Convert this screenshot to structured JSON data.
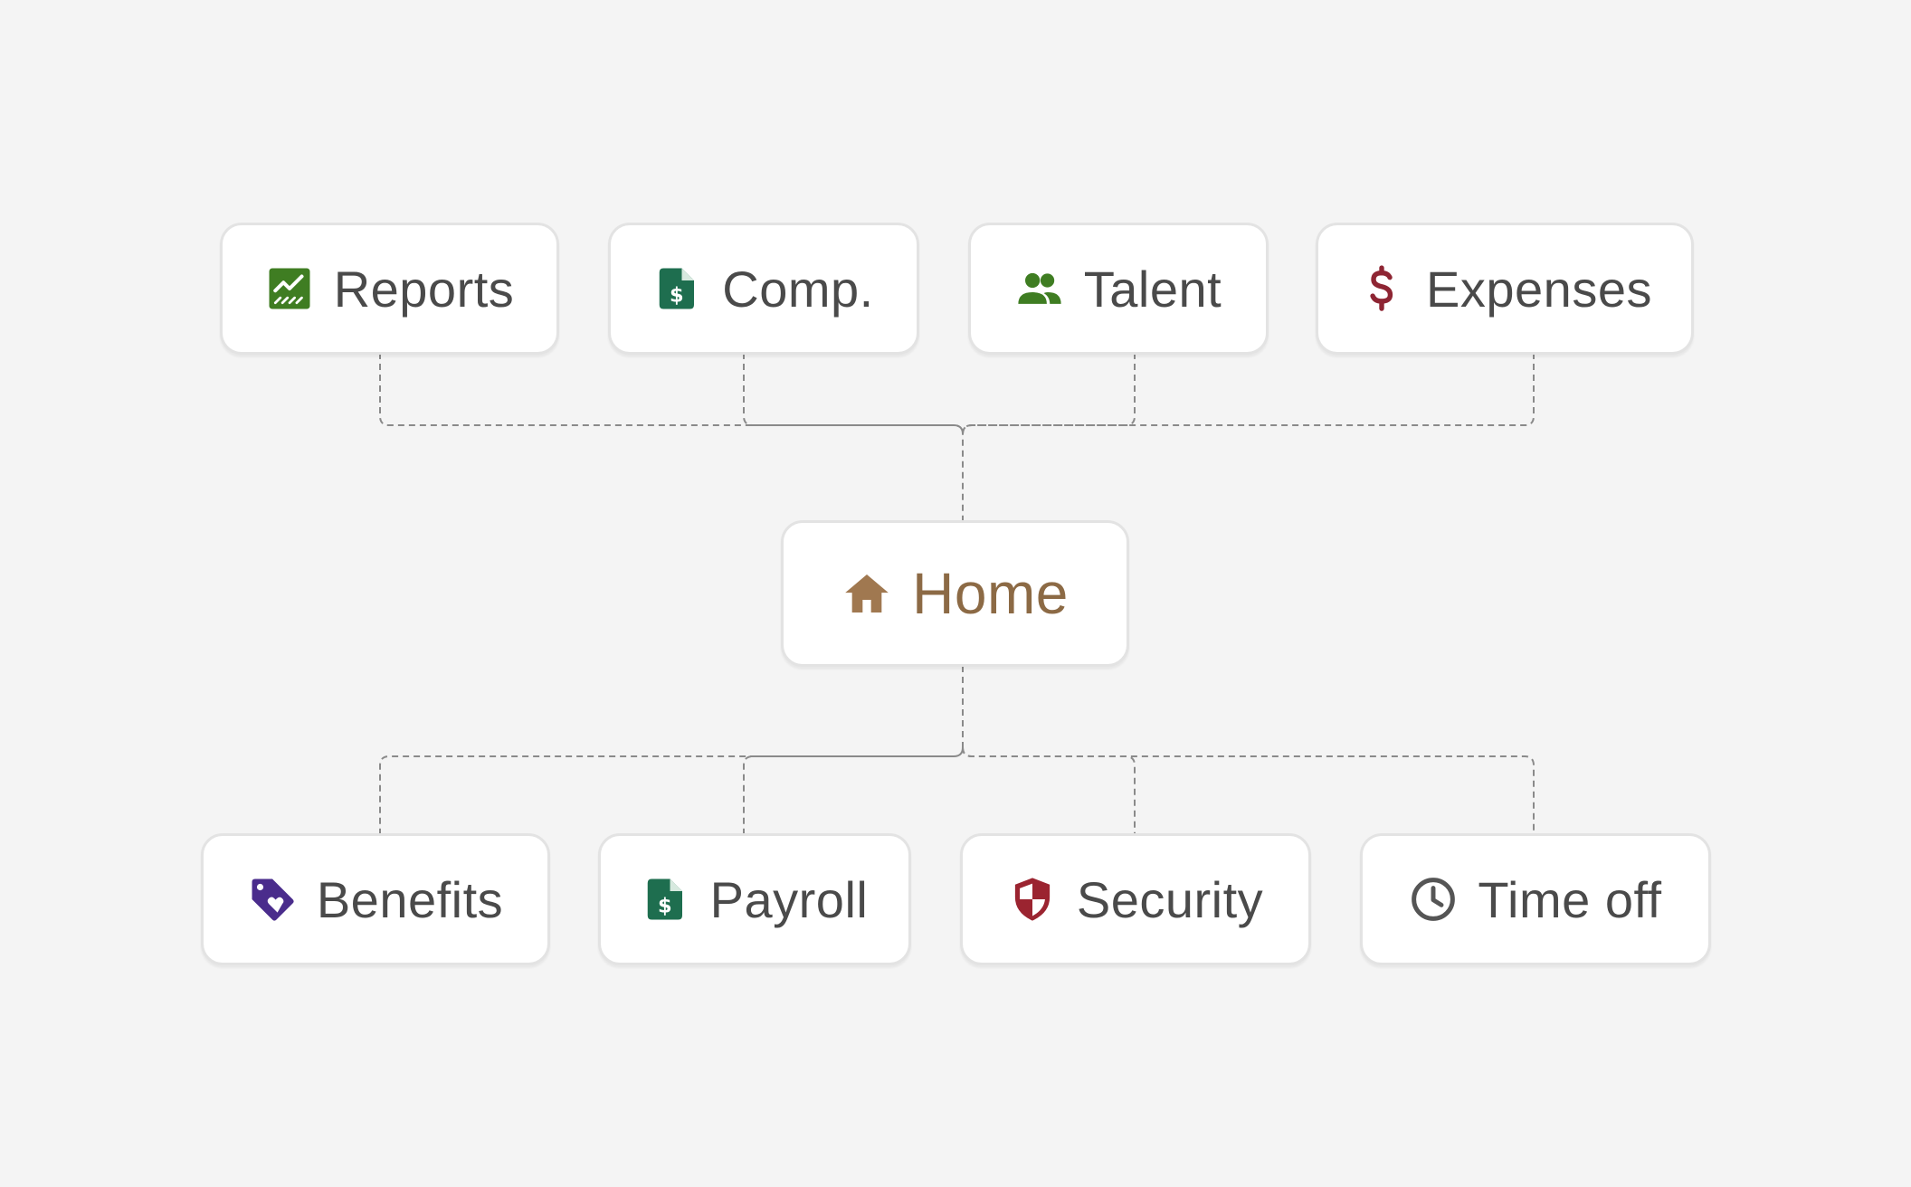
{
  "hub": {
    "label": "Home",
    "icon": "home-icon",
    "color": "#a07850"
  },
  "top_nodes": [
    {
      "id": "reports",
      "label": "Reports",
      "icon": "trending-chart-icon",
      "color": "#3f7d22"
    },
    {
      "id": "comp",
      "label": "Comp.",
      "icon": "dollar-document-icon",
      "color": "#1e6e4f"
    },
    {
      "id": "talent",
      "label": "Talent",
      "icon": "people-icon",
      "color": "#3f7d22"
    },
    {
      "id": "expenses",
      "label": "Expenses",
      "icon": "dollar-sign-icon",
      "color": "#8e2533"
    }
  ],
  "bottom_nodes": [
    {
      "id": "benefits",
      "label": "Benefits",
      "icon": "heart-tag-icon",
      "color": "#4a2c8c"
    },
    {
      "id": "payroll",
      "label": "Payroll",
      "icon": "dollar-document-icon",
      "color": "#1e6e4f"
    },
    {
      "id": "security",
      "label": "Security",
      "icon": "shield-icon",
      "color": "#9b2430"
    },
    {
      "id": "time_off",
      "label": "Time off",
      "icon": "clock-icon",
      "color": "#555555"
    }
  ],
  "connector_color": "#8a8a8a"
}
